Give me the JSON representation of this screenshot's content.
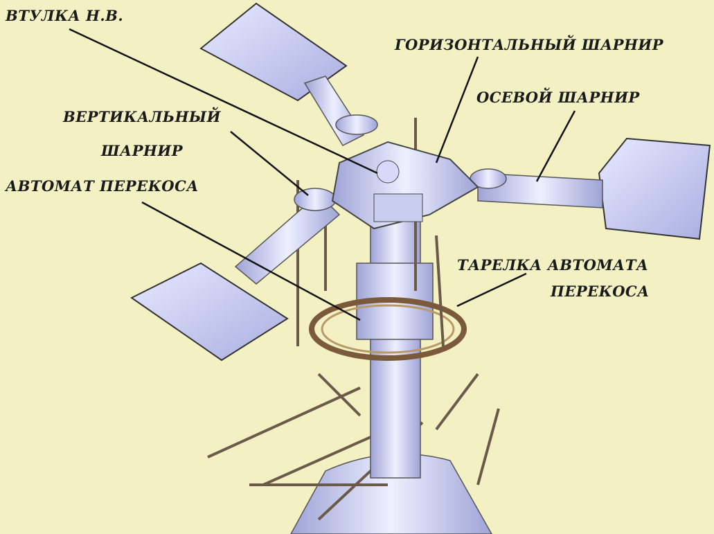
{
  "labels": {
    "hub": "ВТУЛКА Н.В.",
    "flapping_hinge": "ГОРИЗОНТАЛЬНЫЙ ШАРНИР",
    "feathering_hinge": "ОСЕВОЙ ШАРНИР",
    "lead_lag_hinge_line1": "ВЕРТИКАЛЬНЫЙ",
    "lead_lag_hinge_line2": "ШАРНИР",
    "swashplate": "АВТОМАТ ПЕРЕКОСА",
    "swashplate_disc_line1": "ТАРЕЛКА АВТОМАТА",
    "swashplate_disc_line2": "ПЕРЕКОСА"
  },
  "colors": {
    "background": "#f3f0c3",
    "metal": "#c9cdf0",
    "metal_dark": "#8d92c8",
    "linkage": "#7a5a3a"
  }
}
